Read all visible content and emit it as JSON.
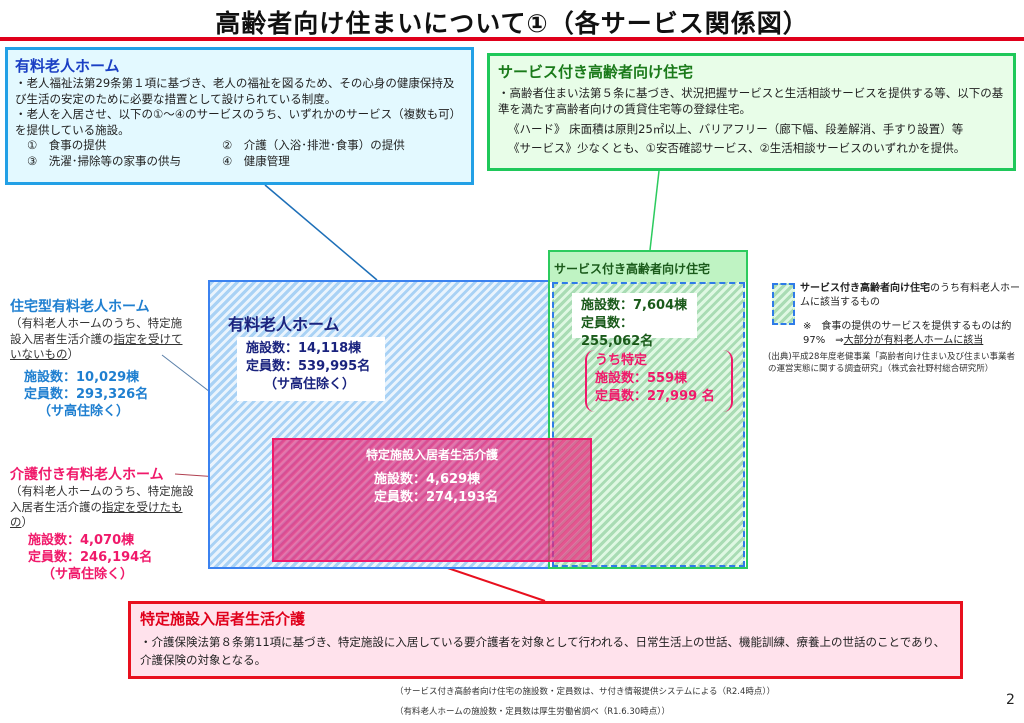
{
  "title": "高齢者向け住まいについて①（各サービス関係図）",
  "yuryo_box": {
    "title": "有料老人ホーム",
    "lines": [
      "・老人福祉法第29条第１項に基づき、老人の福祉を図るため、その心身の健康保持及び生活の安定のために必要な措置として設けられている制度。",
      "・老人を入居させ、以下の①～④のサービスのうち、いずれかのサービス（複数も可）を提供している施設。"
    ],
    "services": [
      "①　食事の提供",
      "②　介護（入浴･排泄･食事）の提供",
      "③　洗濯･掃除等の家事の供与",
      "④　健康管理"
    ]
  },
  "sakoju_box": {
    "title": "サービス付き高齢者向け住宅",
    "lines": [
      "・高齢者住まい法第５条に基づき、状況把握サービスと生活相談サービスを提供する等、以下の基準を満たす高齢者向けの賃貸住宅等の登録住宅。",
      "《ハード》 床面積は原則25㎡以上、バリアフリー（廊下幅、段差解消、手すり設置）等",
      "《サービス》少なくとも、①安否確認サービス、②生活相談サービスのいずれかを提供。"
    ]
  },
  "diagram": {
    "yuryo": {
      "label": "有料老人ホーム",
      "facilities": "施設数：14,118棟",
      "capacity": "定員数：539,995名",
      "note": "（サ高住除く）"
    },
    "sakoju": {
      "label": "サービス付き高齢者向け住宅",
      "facilities": "施設数：7,604棟",
      "capacity": "定員数：255,062名"
    },
    "sakoju_tokutei": {
      "label": "うち特定",
      "facilities": "施設数：559棟",
      "capacity": "定員数：27,999 名"
    },
    "tokutei": {
      "label": "特定施設入居者生活介護",
      "facilities": "施設数：4,629棟",
      "capacity": "定員数：274,193名"
    }
  },
  "jutaku_gata": {
    "title": "住宅型有料老人ホーム",
    "desc": "（有料老人ホームのうち、特定施設入居者生活介護の",
    "desc_u": "指定を受けていないもの",
    "desc_end": "）",
    "facilities": "施設数：10,029棟",
    "capacity": "定員数：293,326名",
    "note": "（サ高住除く）"
  },
  "kaigo_tsuki": {
    "title": "介護付き有料老人ホーム",
    "desc": "（有料老人ホームのうち、特定施設入居者生活介護の",
    "desc_u": "指定を受けたもの",
    "desc_end": "）",
    "facilities": "施設数：4,070棟",
    "capacity": "定員数：246,194名",
    "note": "（サ高住除く）"
  },
  "legend": {
    "bold": "サービス付き高齢者向け住宅",
    "text": "のうち有料老人ホームに該当するもの",
    "note1": "※　食事の提供のサービスを提供するものは約97%　⇒",
    "note1_u": "大部分が有料老人ホームに該当",
    "source": "(出典)平成28年度老健事業「高齢者向け住まい及び住まい事業者の運営実態に関する調査研究」（株式会社野村総合研究所）"
  },
  "tokutei_box": {
    "title": "特定施設入居者生活介護",
    "text": "・介護保険法第８条第11項に基づき、特定施設に入居している要介護者を対象として行われる、日常生活上の世話、機能訓練、療養上の世話のことであり、介護保険の対象となる。"
  },
  "footnotes": [
    "（サービス付き高齢者向け住宅の施設数・定員数は、サ付き情報提供システムによる（R2.4時点））",
    "（有料老人ホームの施設数・定員数は厚生労働省調べ（R1.6.30時点））"
  ],
  "page_number": "2"
}
